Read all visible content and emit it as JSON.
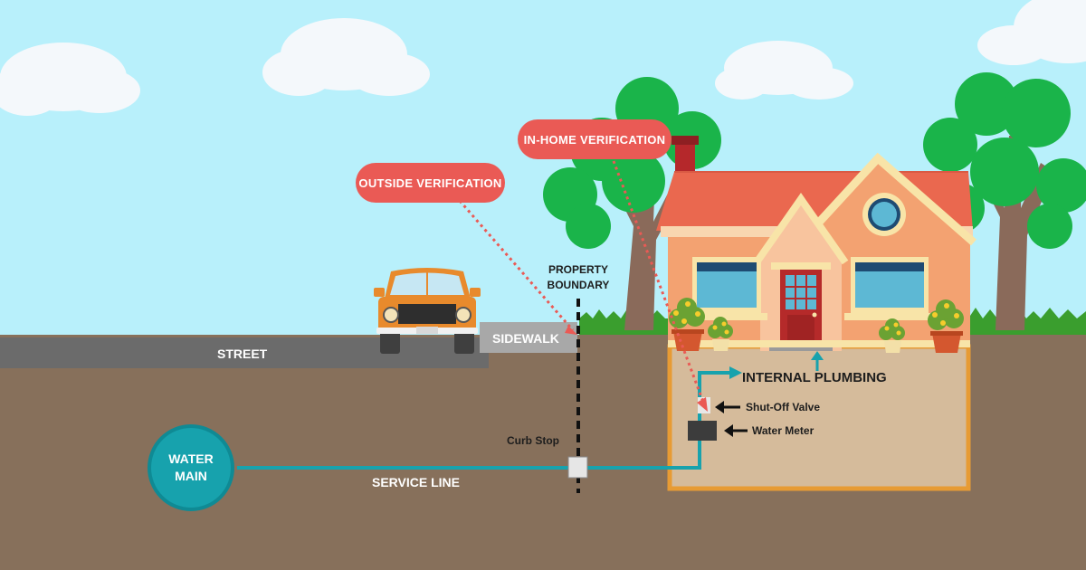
{
  "labels": {
    "in_home_verification": "IN-HOME VERIFICATION",
    "outside_verification": "OUTSIDE VERIFICATION",
    "property_boundary_line1": "PROPERTY",
    "property_boundary_line2": "BOUNDARY",
    "street": "STREET",
    "sidewalk": "SIDEWALK",
    "internal_plumbing": "INTERNAL PLUMBING",
    "shut_off_valve": "Shut-Off Valve",
    "water_meter": "Water Meter",
    "curb_stop": "Curb Stop",
    "service_line": "SERVICE LINE",
    "water_main_line1": "WATER",
    "water_main_line2": "MAIN"
  },
  "colors": {
    "sky": "#b8f0fb",
    "soil": "#87705b",
    "basement": "#d5bb9b",
    "basement_border": "#e79b34",
    "pipe": "#17a2ad",
    "water_main": "#17a2ad",
    "callout": "#ea5a55",
    "house_wall": "#f3a271",
    "roof": "#ea684f",
    "grass": "#3a9e2e",
    "tree_green": "#1ab44a"
  }
}
